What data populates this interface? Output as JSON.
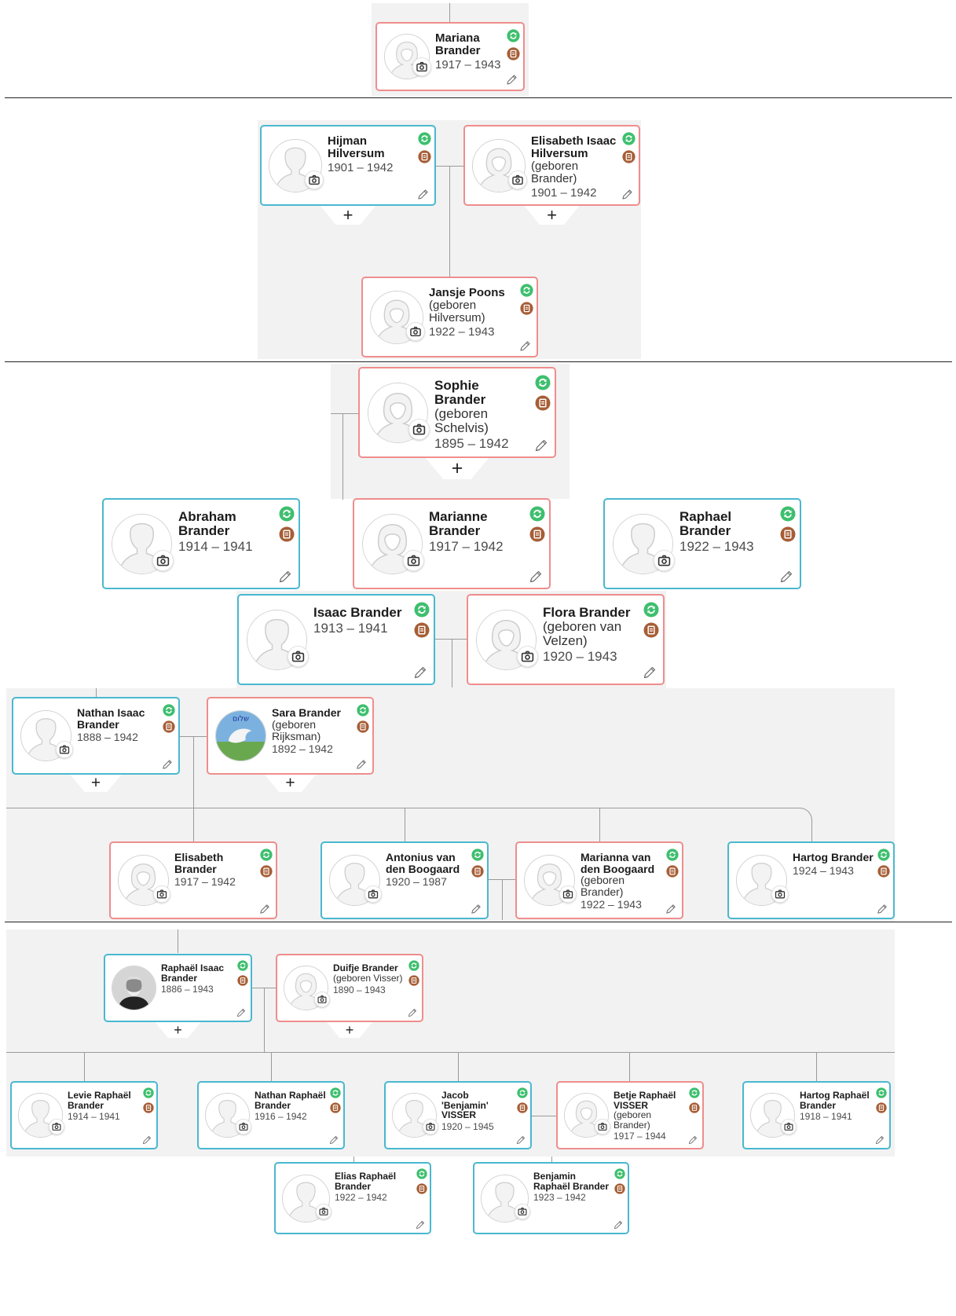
{
  "colors": {
    "male_border": "#4ab8cf",
    "female_border": "#ef8d8d",
    "sync_icon": "#3dbf6e",
    "record_icon": "#a65e36",
    "panel_background": "#f2f2f2"
  },
  "icons": [
    "sync-icon",
    "record-icon",
    "pencil-icon",
    "camera-icon",
    "avatar-male-icon",
    "avatar-female-icon",
    "plus-icon"
  ],
  "section1": {
    "mariana": {
      "name": "Mariana Brander",
      "sub": "",
      "years": "1917 – 1943"
    }
  },
  "section2": {
    "hijman": {
      "name": "Hijman Hilversum",
      "sub": "",
      "years": "1901 – 1942"
    },
    "elisabeth_isaac": {
      "name": "Elisabeth Isaac Hilversum",
      "sub": "(geboren Brander)",
      "years": "1901 – 1942"
    },
    "jansje": {
      "name": "Jansje Poons",
      "sub": "(geboren Hilversum)",
      "years": "1922 – 1943"
    },
    "plus": "+"
  },
  "section3": {
    "sophie": {
      "name": "Sophie Brander",
      "sub": "(geboren Schelvis)",
      "years": "1895 – 1942"
    },
    "abraham": {
      "name": "Abraham Brander",
      "sub": "",
      "years": "1914 – 1941"
    },
    "marianne": {
      "name": "Marianne Brander",
      "sub": "",
      "years": "1917 – 1942"
    },
    "raphael": {
      "name": "Raphael Brander",
      "sub": "",
      "years": "1922 – 1943"
    },
    "isaac": {
      "name": "Isaac Brander",
      "sub": "",
      "years": "1913 – 1941"
    },
    "flora": {
      "name": "Flora Brander",
      "sub": "(geboren van Velzen)",
      "years": "1920 – 1943"
    },
    "plus": "+"
  },
  "section4": {
    "nathan_isaac": {
      "name": "Nathan Isaac Brander",
      "sub": "",
      "years": "1888 – 1942"
    },
    "sara": {
      "name": "Sara Brander",
      "sub": "(geboren Rijksman)",
      "years": "1892 – 1942"
    },
    "elisabeth": {
      "name": "Elisabeth Brander",
      "sub": "",
      "years": "1917 – 1942"
    },
    "antonius": {
      "name": "Antonius van den Boogaard",
      "sub": "",
      "years": "1920 – 1987"
    },
    "marianna": {
      "name": "Marianna van den Boogaard",
      "sub": "(geboren Brander)",
      "years": "1922 – 1943"
    },
    "hartog": {
      "name": "Hartog Brander",
      "sub": "",
      "years": "1924 – 1943"
    },
    "plus": "+"
  },
  "section5": {
    "raphael_isaac": {
      "name": "Raphaël Isaac Brander",
      "sub": "",
      "years": "1886 – 1943"
    },
    "duifje": {
      "name": "Duifje Brander",
      "sub": "(geboren Visser)",
      "years": "1890 – 1943"
    },
    "levie": {
      "name": "Levie Raphaël Brander",
      "sub": "",
      "years": "1914 – 1941"
    },
    "nathan_raphael": {
      "name": "Nathan Raphaël Brander",
      "sub": "",
      "years": "1916 – 1942"
    },
    "jacob": {
      "name": "Jacob 'Benjamin' VISSER",
      "sub": "",
      "years": "1920 – 1945"
    },
    "betje": {
      "name": "Betje Raphaël VISSER",
      "sub": "(geboren Brander)",
      "years": "1917 – 1944"
    },
    "hartog_raphael": {
      "name": "Hartog Raphaël Brander",
      "sub": "",
      "years": "1918 – 1941"
    },
    "elias": {
      "name": "Elias Raphaël Brander",
      "sub": "",
      "years": "1922 – 1942"
    },
    "benjamin": {
      "name": "Benjamin Raphaël Brander",
      "sub": "",
      "years": "1923 – 1942"
    },
    "plus": "+"
  }
}
